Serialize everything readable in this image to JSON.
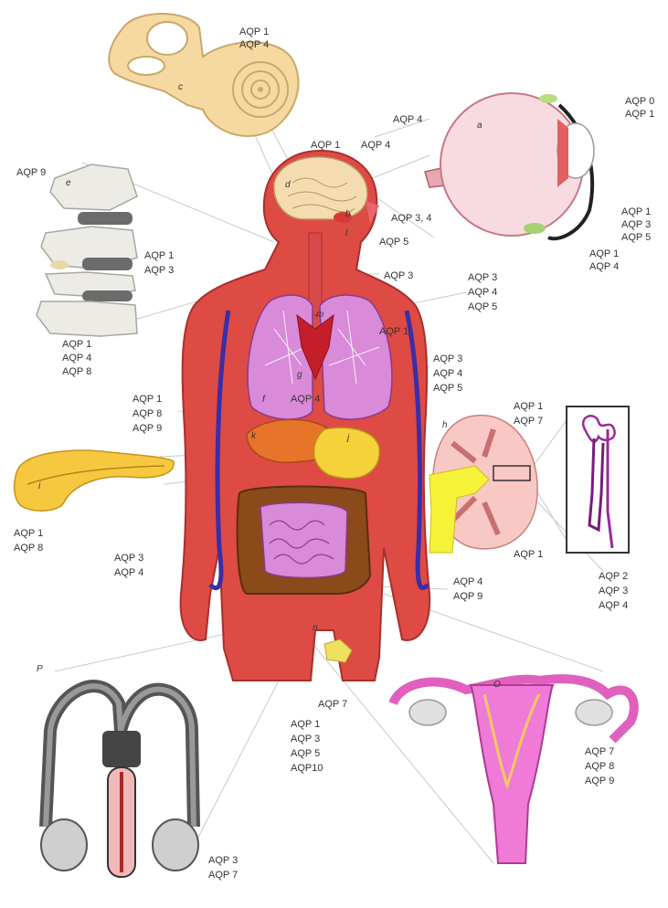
{
  "labels": {
    "ear_top": [
      "AQP 1",
      "AQP 4"
    ],
    "brain_left": "AQP 1",
    "brain_right": "AQP 4",
    "eye_upper": "AQP 4",
    "eye_right_top": [
      "AQP 0",
      "AQP 1"
    ],
    "eye_right_bottom": [
      "AQP 1",
      "AQP 3",
      "AQP 5"
    ],
    "eye_under": [
      "AQP 1",
      "AQP 4"
    ],
    "nose": "AQP 3, 4",
    "salivary": "AQP 5",
    "spine_top": "AQP 9",
    "spine_disc": [
      "AQP 1",
      "AQP 3"
    ],
    "spine_bottom": [
      "AQP 1",
      "AQP 4",
      "AQP 8"
    ],
    "trachea": "AQP 3",
    "bronchi": [
      "AQP 3",
      "AQP 4",
      "AQP 5"
    ],
    "lung_vessel": "AQP 1",
    "lung_right": [
      "AQP 3",
      "AQP 4",
      "AQP 5"
    ],
    "heart": "AQP 4",
    "liver": [
      "AQP 1",
      "AQP 8",
      "AQP 9"
    ],
    "pancreas": [
      "AQP 1",
      "AQP 8"
    ],
    "kidney_top": [
      "AQP 1",
      "AQP 7"
    ],
    "nephron_mid": "AQP 1",
    "nephron_bottom": [
      "AQP 2",
      "AQP 3",
      "AQP 4"
    ],
    "small_intestine": [
      "AQP 3",
      "AQP 4"
    ],
    "colon": [
      "AQP 4",
      "AQP 9"
    ],
    "fat": "AQP 7",
    "center_stack": [
      "AQP 1",
      "AQP 3",
      "AQP 5",
      "AQP10"
    ],
    "testis": [
      "AQP 3",
      "AQP 7"
    ],
    "ovary": [
      "AQP 7",
      "AQP 8",
      "AQP 9"
    ]
  },
  "letters": {
    "ear": "c",
    "brain": "d",
    "spine": "e",
    "eye": "a",
    "nose": "b",
    "mouth": "l",
    "trachea": "m",
    "heart": "g",
    "lung": "f",
    "liver": "k",
    "stomach": "j",
    "pancreas": "i",
    "kidney": "h",
    "bladder": "n",
    "male": "P",
    "female": "O"
  }
}
